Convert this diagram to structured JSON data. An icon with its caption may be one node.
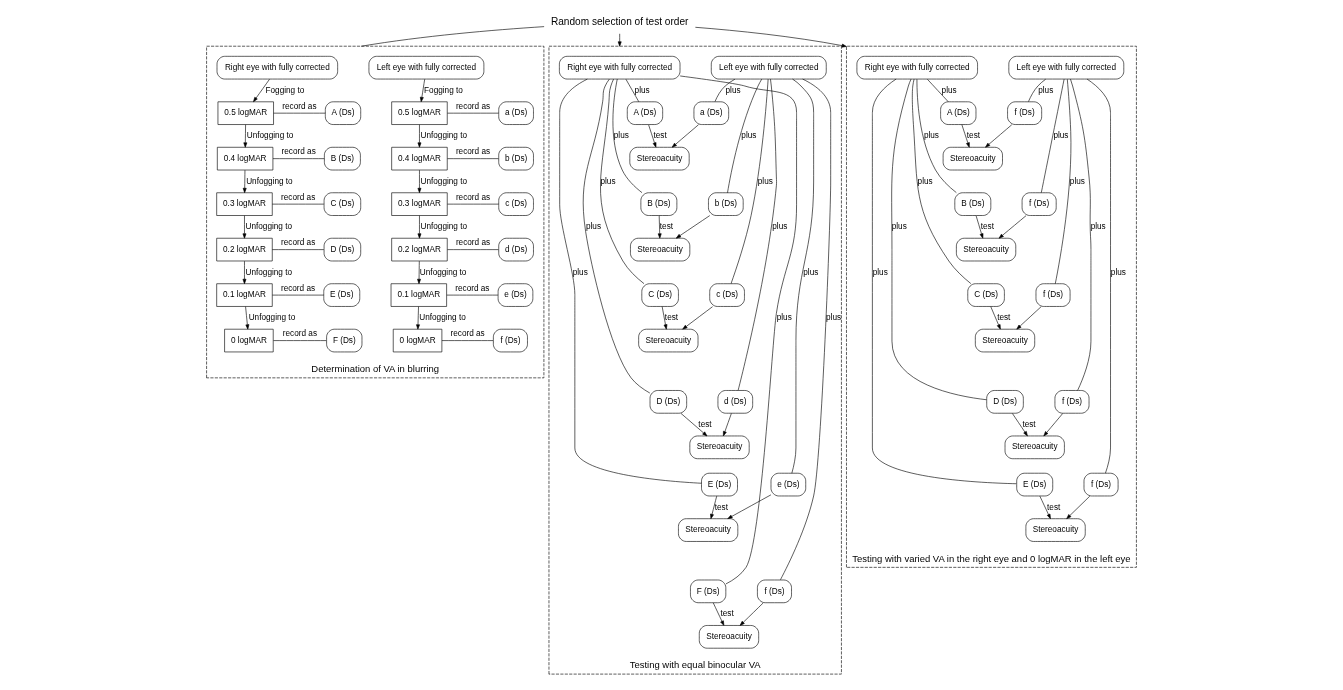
{
  "diagram": {
    "nodes": [
      {
        "text": [
          "Random selection of test order"
        ]
      },
      {
        "text": [
          "Determination of VA in blurring"
        ]
      },
      {
        "text": [
          "Right eye with fully corrected"
        ],
        "in": 1
      },
      {
        "text": [
          "Left eye with fully corrected"
        ],
        "in": 1
      },
      {
        "text": [
          "0.5 logMAR"
        ],
        "in": 1
      },
      {
        "text": [
          "A (Ds)"
        ],
        "in": 1
      },
      {
        "text": [
          "0.5 logMAR"
        ],
        "in": 1
      },
      {
        "text": [
          "a (Ds)"
        ],
        "in": 1
      },
      {
        "text": [
          "0.4 logMAR"
        ],
        "in": 1
      },
      {
        "text": [
          "B (Ds)"
        ],
        "in": 1
      },
      {
        "text": [
          "0.4 logMAR"
        ],
        "in": 1
      },
      {
        "text": [
          "b (Ds)"
        ],
        "in": 1
      },
      {
        "text": [
          "0.3 logMAR"
        ],
        "in": 1
      },
      {
        "text": [
          "C (Ds)"
        ],
        "in": 1
      },
      {
        "text": [
          "0.3 logMAR"
        ],
        "in": 1
      },
      {
        "text": [
          "c (Ds)"
        ],
        "in": 1
      },
      {
        "text": [
          "0.2 logMAR"
        ],
        "in": 1
      },
      {
        "text": [
          "D (Ds)"
        ],
        "in": 1
      },
      {
        "text": [
          "0.2 logMAR"
        ],
        "in": 1
      },
      {
        "text": [
          "d (Ds)"
        ],
        "in": 1
      },
      {
        "text": [
          "0.1 logMAR"
        ],
        "in": 1
      },
      {
        "text": [
          "E (Ds)"
        ],
        "in": 1
      },
      {
        "text": [
          "0.1 logMAR"
        ],
        "in": 1
      },
      {
        "text": [
          "e (Ds)"
        ],
        "in": 1
      },
      {
        "text": [
          "0 logMAR"
        ],
        "in": 1
      },
      {
        "text": [
          "F (Ds)"
        ],
        "in": 1
      },
      {
        "text": [
          "0 logMAR"
        ],
        "in": 1
      },
      {
        "text": [
          "f (Ds)"
        ],
        "in": 1
      },
      {
        "text": [
          "Testing with equal binocular VA"
        ]
      },
      {
        "text": [
          "Right eye with fully corrected"
        ],
        "in": 28
      },
      {
        "text": [
          "Left eye with fully corrected"
        ],
        "in": 28
      },
      {
        "text": [
          "A (Ds)"
        ],
        "in": 28
      },
      {
        "text": [
          "a (Ds)"
        ],
        "in": 28
      },
      {
        "text": [
          "Stereoacuity"
        ],
        "in": 28
      },
      {
        "text": [
          "B (Ds)"
        ],
        "in": 28
      },
      {
        "text": [
          "b (Ds)"
        ],
        "in": 28
      },
      {
        "text": [
          "Stereoacuity"
        ],
        "in": 28
      },
      {
        "text": [
          "C (Ds)"
        ],
        "in": 28
      },
      {
        "text": [
          "c (Ds)"
        ],
        "in": 28
      },
      {
        "text": [
          "Stereoacuity"
        ],
        "in": 28
      },
      {
        "text": [
          "D (Ds)"
        ],
        "in": 28
      },
      {
        "text": [
          "d (Ds)"
        ],
        "in": 28
      },
      {
        "text": [
          "Stereoacuity"
        ],
        "in": 28
      },
      {
        "text": [
          "E (Ds)"
        ],
        "in": 28
      },
      {
        "text": [
          "e (Ds)"
        ],
        "in": 28
      },
      {
        "text": [
          "Stereoacuity"
        ],
        "in": 28
      },
      {
        "text": [
          "F (Ds)"
        ],
        "in": 28
      },
      {
        "text": [
          "f (Ds)"
        ],
        "in": 28
      },
      {
        "text": [
          "Stereoacuity"
        ],
        "in": 28
      },
      {
        "text": [
          "Testing with varied VA in the right eye and 0 logMAR in the left eye"
        ]
      },
      {
        "text": [
          "Right eye with fully corrected"
        ],
        "in": 49
      },
      {
        "text": [
          "Left eye with fully corrected"
        ],
        "in": 49
      },
      {
        "text": [
          "A (Ds)"
        ],
        "in": 49
      },
      {
        "text": [
          "f (Ds)"
        ],
        "in": 49
      },
      {
        "text": [
          "Stereoacuity"
        ],
        "in": 49
      },
      {
        "text": [
          "B (Ds)"
        ],
        "in": 49
      },
      {
        "text": [
          "f (Ds)"
        ],
        "in": 49
      },
      {
        "text": [
          "Stereoacuity"
        ],
        "in": 49
      },
      {
        "text": [
          "C (Ds)"
        ],
        "in": 49
      },
      {
        "text": [
          "f (Ds)"
        ],
        "in": 49
      },
      {
        "text": [
          "Stereoacuity"
        ],
        "in": 49
      },
      {
        "text": [
          "D (Ds)"
        ],
        "in": 49
      },
      {
        "text": [
          "f (Ds)"
        ],
        "in": 49
      },
      {
        "text": [
          "Stereoacuity"
        ],
        "in": 49
      },
      {
        "text": [
          "E (Ds)"
        ],
        "in": 49
      },
      {
        "text": [
          "f (Ds)"
        ],
        "in": 49
      },
      {
        "text": [
          "Stereoacuity"
        ],
        "in": 49
      }
    ],
    "edges": [
      {
        "from": 0,
        "to": 1,
        "arrow": "none"
      },
      {
        "from": 0,
        "to": 28,
        "arrow": "to"
      },
      {
        "from": 0,
        "to": 49,
        "arrow": "to"
      },
      {
        "from": 2,
        "to": 4,
        "arrow": "to",
        "label": "Fogging to"
      },
      {
        "from": 4,
        "to": 8,
        "arrow": "to",
        "label": "Unfogging to"
      },
      {
        "from": 8,
        "to": 12,
        "arrow": "to",
        "label": "Unfogging to"
      },
      {
        "from": 12,
        "to": 16,
        "arrow": "to",
        "label": "Unfogging to"
      },
      {
        "from": 16,
        "to": 20,
        "arrow": "to",
        "label": "Unfogging to"
      },
      {
        "from": 20,
        "to": 24,
        "arrow": "to",
        "label": "Unfogging to"
      },
      {
        "from": 3,
        "to": 6,
        "arrow": "to",
        "label": "Fogging to"
      },
      {
        "from": 6,
        "to": 10,
        "arrow": "to",
        "label": "Unfogging to"
      },
      {
        "from": 10,
        "to": 14,
        "arrow": "to",
        "label": "Unfogging to"
      },
      {
        "from": 14,
        "to": 18,
        "arrow": "to",
        "label": "Unfogging to"
      },
      {
        "from": 18,
        "to": 22,
        "arrow": "to",
        "label": "Unfogging to"
      },
      {
        "from": 22,
        "to": 26,
        "arrow": "to",
        "label": "Unfogging to"
      },
      {
        "from": 4,
        "to": 5,
        "arrow": "none",
        "label": "record as"
      },
      {
        "from": 6,
        "to": 7,
        "arrow": "none",
        "label": "record as"
      },
      {
        "from": 8,
        "to": 9,
        "arrow": "none",
        "label": "record as"
      },
      {
        "from": 10,
        "to": 11,
        "arrow": "none",
        "label": "record as"
      },
      {
        "from": 12,
        "to": 13,
        "arrow": "none",
        "label": "record as"
      },
      {
        "from": 14,
        "to": 15,
        "arrow": "none",
        "label": "record as"
      },
      {
        "from": 16,
        "to": 17,
        "arrow": "none",
        "label": "record as"
      },
      {
        "from": 18,
        "to": 19,
        "arrow": "none",
        "label": "record as"
      },
      {
        "from": 20,
        "to": 21,
        "arrow": "none",
        "label": "record as"
      },
      {
        "from": 22,
        "to": 23,
        "arrow": "none",
        "label": "record as"
      },
      {
        "from": 24,
        "to": 25,
        "arrow": "none",
        "label": "record as"
      },
      {
        "from": 26,
        "to": 27,
        "arrow": "none",
        "label": "record as"
      },
      {
        "from": 29,
        "to": 31,
        "arrow": "none",
        "label": "plus"
      },
      {
        "from": 31,
        "to": 33,
        "arrow": "to",
        "label": "test"
      },
      {
        "from": 32,
        "to": 33,
        "arrow": "to"
      },
      {
        "from": 30,
        "to": 32,
        "arrow": "none",
        "label": "plus"
      },
      {
        "from": 29,
        "to": 34,
        "arrow": "none",
        "label": "plus"
      },
      {
        "from": 34,
        "to": 36,
        "arrow": "to",
        "label": "test"
      },
      {
        "from": 35,
        "to": 36,
        "arrow": "to"
      },
      {
        "from": 30,
        "to": 35,
        "arrow": "none",
        "label": "plus"
      },
      {
        "from": 29,
        "to": 37,
        "arrow": "none",
        "label": "plus"
      },
      {
        "from": 37,
        "to": 39,
        "arrow": "to",
        "label": "test"
      },
      {
        "from": 38,
        "to": 39,
        "arrow": "to"
      },
      {
        "from": 30,
        "to": 38,
        "arrow": "none",
        "label": "plus"
      },
      {
        "from": 29,
        "to": 40,
        "arrow": "none",
        "label": "plus"
      },
      {
        "from": 40,
        "to": 42,
        "arrow": "to",
        "label": "test"
      },
      {
        "from": 41,
        "to": 42,
        "arrow": "to"
      },
      {
        "from": 30,
        "to": 41,
        "arrow": "none",
        "label": "plus"
      },
      {
        "from": 29,
        "to": 43,
        "arrow": "none",
        "label": "plus"
      },
      {
        "from": 43,
        "to": 45,
        "arrow": "to",
        "label": "test"
      },
      {
        "from": 44,
        "to": 45,
        "arrow": "to"
      },
      {
        "from": 30,
        "to": 44,
        "arrow": "none",
        "label": "plus"
      },
      {
        "from": 29,
        "to": 46,
        "arrow": "none",
        "label": "plus"
      },
      {
        "from": 46,
        "to": 48,
        "arrow": "to",
        "label": "test"
      },
      {
        "from": 47,
        "to": 48,
        "arrow": "to"
      },
      {
        "from": 30,
        "to": 47,
        "arrow": "none",
        "label": "plus"
      },
      {
        "from": 50,
        "to": 52,
        "arrow": "none",
        "label": "plus"
      },
      {
        "from": 52,
        "to": 54,
        "arrow": "to",
        "label": "test"
      },
      {
        "from": 53,
        "to": 54,
        "arrow": "to"
      },
      {
        "from": 51,
        "to": 53,
        "arrow": "none",
        "label": "plus"
      },
      {
        "from": 50,
        "to": 55,
        "arrow": "none",
        "label": "plus"
      },
      {
        "from": 55,
        "to": 57,
        "arrow": "to",
        "label": "test"
      },
      {
        "from": 56,
        "to": 57,
        "arrow": "to"
      },
      {
        "from": 51,
        "to": 56,
        "arrow": "none",
        "label": "plus"
      },
      {
        "from": 50,
        "to": 58,
        "arrow": "none",
        "label": "plus"
      },
      {
        "from": 58,
        "to": 60,
        "arrow": "to",
        "label": "test"
      },
      {
        "from": 59,
        "to": 60,
        "arrow": "to"
      },
      {
        "from": 51,
        "to": 59,
        "arrow": "none",
        "label": "plus"
      },
      {
        "from": 50,
        "to": 61,
        "arrow": "none",
        "label": "plus"
      },
      {
        "from": 61,
        "to": 63,
        "arrow": "to",
        "label": "test"
      },
      {
        "from": 62,
        "to": 63,
        "arrow": "to"
      },
      {
        "from": 51,
        "to": 62,
        "arrow": "none",
        "label": "plus"
      },
      {
        "from": 50,
        "to": 64,
        "arrow": "none",
        "label": "plus"
      },
      {
        "from": 64,
        "to": 66,
        "arrow": "to",
        "label": "test"
      },
      {
        "from": 65,
        "to": 66,
        "arrow": "to"
      },
      {
        "from": 51,
        "to": 65,
        "arrow": "none",
        "label": "plus"
      }
    ]
  }
}
